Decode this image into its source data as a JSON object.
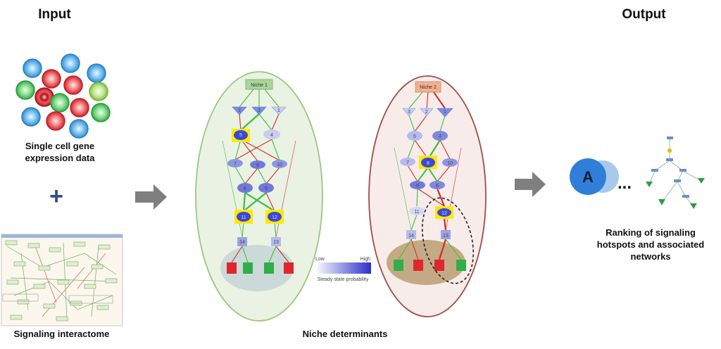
{
  "headings": {
    "input": "Input",
    "output": "Output"
  },
  "captions": {
    "single_cell": "Single cell gene expression data",
    "interactome": "Signaling interactome",
    "niche_determinants": "Niche determinants",
    "ranking": "Ranking of signaling hotspots and associated networks"
  },
  "plus_symbol": "+",
  "niche1": {
    "label": "Niche 1",
    "nodes": [
      "2",
      "3",
      "1",
      "5",
      "4",
      "7",
      "8",
      "10",
      "6",
      "9",
      "11",
      "12",
      "14",
      "13"
    ]
  },
  "niche2": {
    "label": "Niche 2",
    "nodes": [
      "3",
      "2",
      "1",
      "5",
      "4",
      "7",
      "8",
      "10",
      "9",
      "6",
      "11",
      "12",
      "14",
      "13"
    ]
  },
  "legend": {
    "low": "Low",
    "high": "High",
    "caption": "Steady state probability"
  },
  "output": {
    "node_letter": "A",
    "ellipsis": "..."
  },
  "colors": {
    "niche1_border": "#9cc77e",
    "niche2_border": "#a14b4b",
    "arrow_gray": "#7f7f7f",
    "plus_blue": "#2f4f86",
    "node_highlight": "#ffe900",
    "activation_green": "#3bbf3b",
    "inhibition_red": "#d32a2a"
  }
}
